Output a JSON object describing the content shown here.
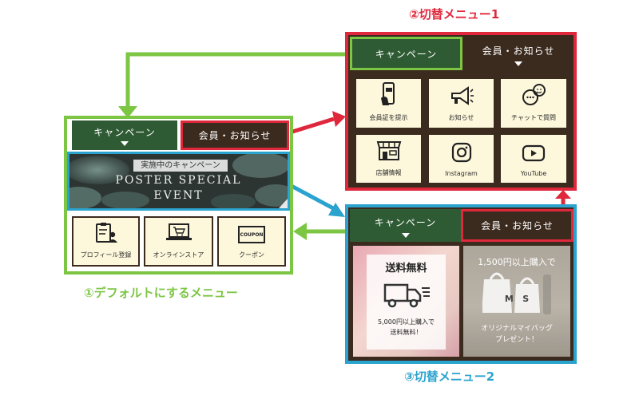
{
  "labels": {
    "menu_default": "①デフォルトにするメニュー",
    "menu_switch1": "②切替メニュー1",
    "menu_switch2": "③切替メニュー2"
  },
  "tabs": {
    "campaign": "キャンペーン",
    "member_news": "会員・お知らせ"
  },
  "default_menu": {
    "banner_badge": "実施中のキャンペーン",
    "banner_line1": "POSTER SPECIAL",
    "banner_line2": "EVENT",
    "tiles": [
      {
        "label": "プロフィール登録",
        "icon": "clipboard-user-icon"
      },
      {
        "label": "オンラインストア",
        "icon": "laptop-cart-icon"
      },
      {
        "label": "クーポン",
        "icon": "coupon-icon",
        "icon_text": "COUPON"
      }
    ]
  },
  "switch_menu_1": {
    "tiles": [
      {
        "label": "会員証を提示",
        "icon": "phone-card-icon"
      },
      {
        "label": "お知らせ",
        "icon": "megaphone-icon"
      },
      {
        "label": "チャットで質問",
        "icon": "chat-bubbles-icon"
      },
      {
        "label": "店舗情報",
        "icon": "storefront-icon"
      },
      {
        "label": "Instagram",
        "icon": "instagram-icon"
      },
      {
        "label": "YouTube",
        "icon": "youtube-icon"
      }
    ]
  },
  "switch_menu_2": {
    "left_title": "送料無料",
    "left_caption_1": "5,000円以上購入で",
    "left_caption_2": "送料無料！",
    "right_title": "1,500円以上購入で",
    "right_caption_1": "オリジナルマイバッグ",
    "right_caption_2": "プレゼント！",
    "bag_letters": "M   S"
  },
  "colors": {
    "green_frame": "#7cc644",
    "red_frame": "#e0283c",
    "blue_frame": "#2aa3cf",
    "tab_green": "#2f5b34",
    "tab_brown": "#3b2a1e",
    "tile_bg": "#fdf8dc"
  }
}
